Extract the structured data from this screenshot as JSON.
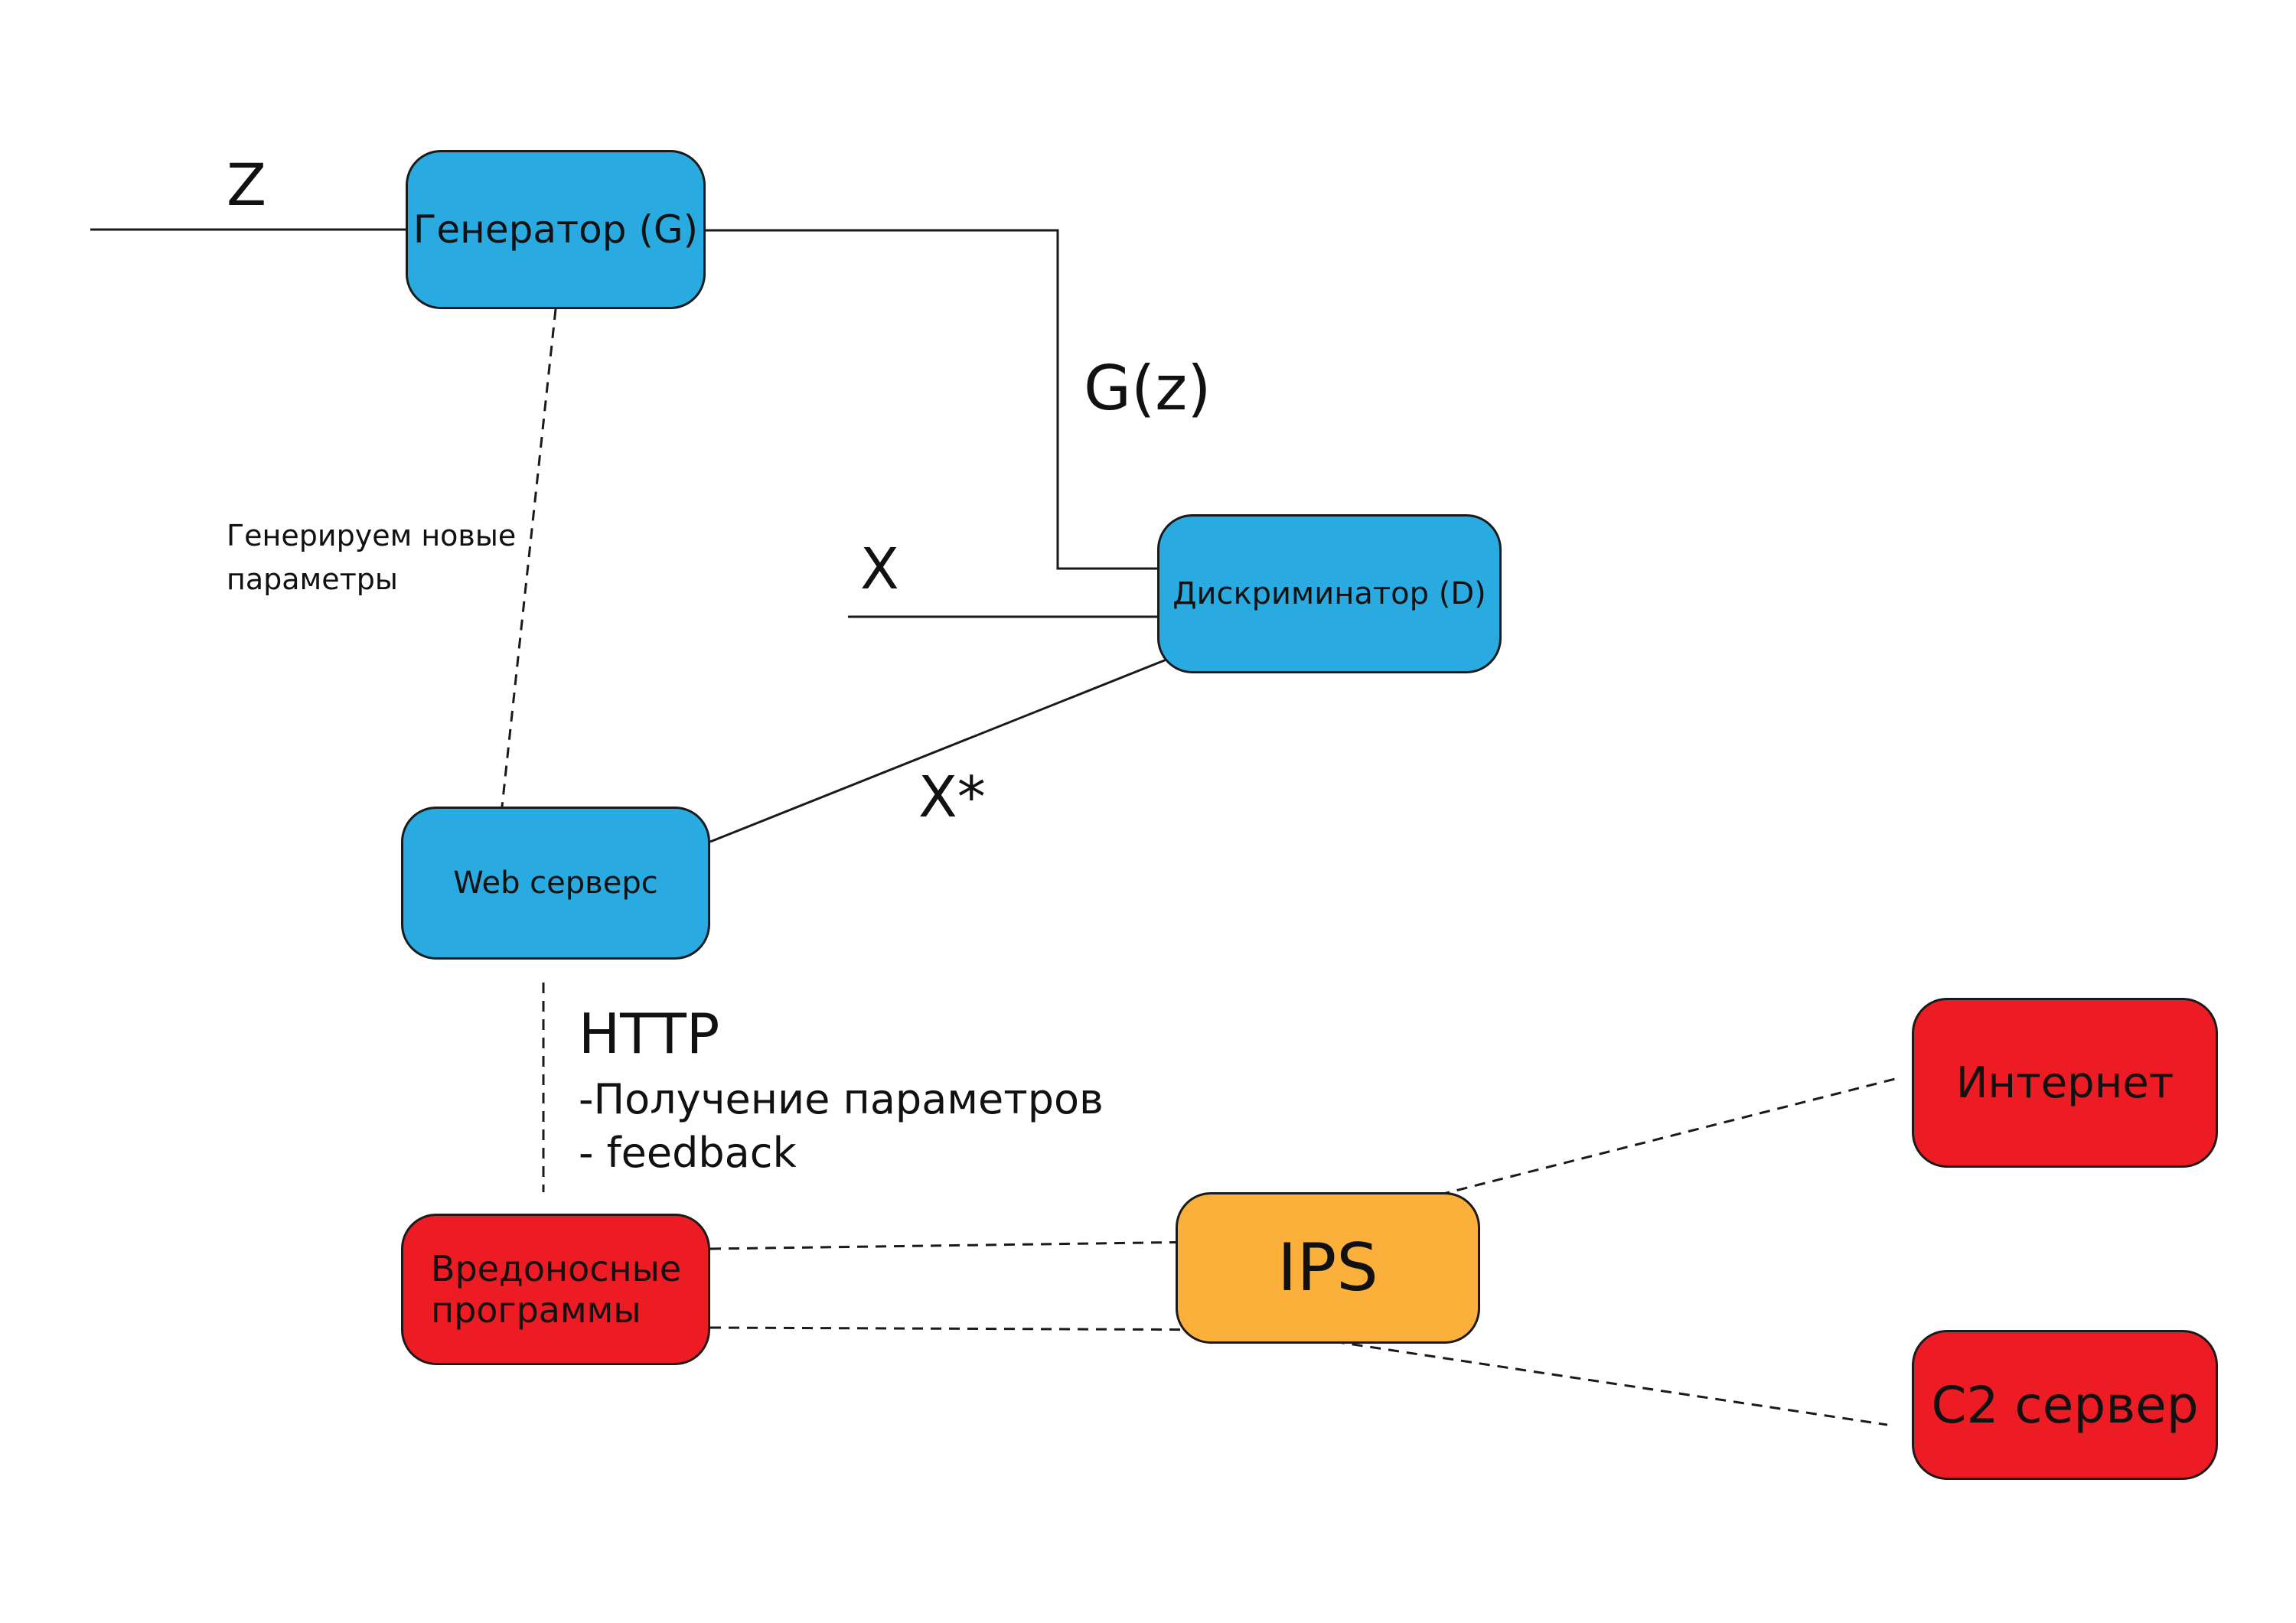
{
  "nodes": {
    "generator": "Генератор (G)",
    "discriminator": "Дискриминатор (D)",
    "web_server": "Web серверс",
    "malware": "Вредоносные\nпрограммы",
    "ips": "IPS",
    "internet": "Интернет",
    "c2_server": "С2 сервер"
  },
  "edge_labels": {
    "z": "Z",
    "gz": "G(z)",
    "x": "X",
    "x_star": "X*",
    "generate_params": "Генерируем новые\nпараметры",
    "http_title": "HTTP",
    "http_items": "-Получение параметров\n- feedback"
  },
  "colors": {
    "blue_node": "#29abe2",
    "red_node": "#ed1c24",
    "orange_node": "#fbb03b",
    "line": "#1a1a1a"
  }
}
